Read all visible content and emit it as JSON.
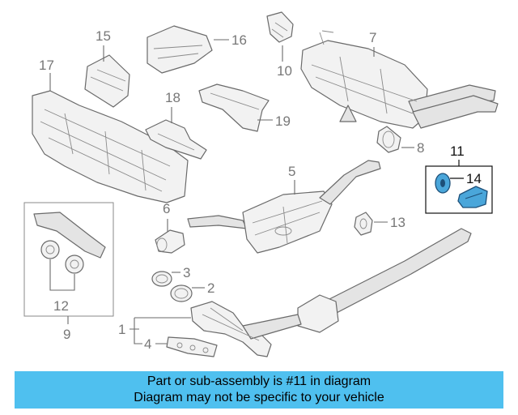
{
  "diagram": {
    "callouts": {
      "c1": "1",
      "c2": "2",
      "c3": "3",
      "c4": "4",
      "c5": "5",
      "c6": "6",
      "c7": "7",
      "c8": "8",
      "c9": "9",
      "c10": "10",
      "c11": "11",
      "c12": "12",
      "c13": "13",
      "c14": "14",
      "c15": "15",
      "c16": "16",
      "c17": "17",
      "c18": "18",
      "c19": "19"
    },
    "highlight_color": "#4aa6da",
    "highlighted_part": "11"
  },
  "banner": {
    "line1": "Part or sub-assembly is #11 in diagram",
    "line2": "Diagram may not be specific to your vehicle",
    "background": "#4fc0ef"
  }
}
